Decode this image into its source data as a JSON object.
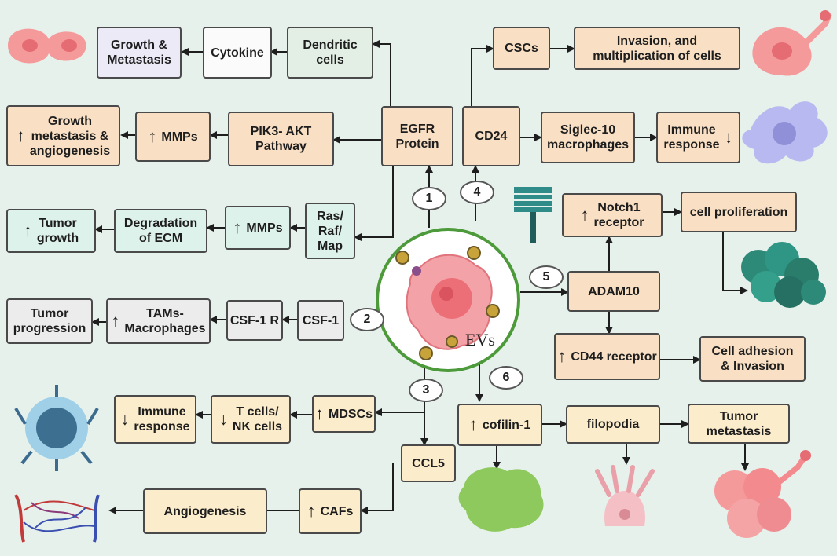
{
  "center": {
    "evs_label": "EVs"
  },
  "pathway_numbers": [
    "1",
    "2",
    "3",
    "4",
    "5",
    "6"
  ],
  "boxes": {
    "growth_metastasis": "Growth &\nMetastasis",
    "cytokine": "Cytokine",
    "dendritic": "Dendritic\ncells",
    "growth_meta_angio": "Growth\nmetastasis &\nangiogenesis",
    "mmps_top": "MMPs",
    "pik3": "PIK3- AKT\nPathway",
    "egfr": "EGFR\nProtein",
    "tumor_growth": "Tumor\ngrowth",
    "degradation": "Degradation\nof ECM",
    "mmps_mid": "MMPs",
    "ras": "Ras/\nRaf/\nMap",
    "tumor_progression": "Tumor\nprogression",
    "tams": "TAMs-\nMacrophages",
    "csf1r": "CSF-1 R",
    "csf1": "CSF-1",
    "immune_resp_left": "Immune\nresponse",
    "tcells": "T cells/\nNK cells",
    "mdscs": "MDSCs",
    "ccl5": "CCL5",
    "angiogenesis": "Angiogenesis",
    "cafs": "CAFs",
    "cscs": "CSCs",
    "invasion": "Invasion, and\nmultiplication of cells",
    "cd24": "CD24",
    "siglec": "Siglec-10\nmacrophages",
    "immune_resp_right": "Immune\nresponse",
    "notch1": "Notch1\nreceptor",
    "cell_prolif": "cell proliferation",
    "adam10": "ADAM10",
    "cd44": "CD44 receptor",
    "adhesion": "Cell adhesion\n& Invasion",
    "cofilin": "cofilin-1",
    "filopodia": "filopodia",
    "tumor_metastasis": "Tumor\nmetastasis"
  },
  "colors": {
    "outline": "#4a4a4a",
    "center_ring": "#4d9a3a",
    "cell_pink": "#f07f86",
    "ev_particle": "#c8a33a"
  },
  "icons": [
    "dividing-cell-icon",
    "migrating-cell-icon",
    "dendritic-macrophage-icon",
    "notch-receptor-icon",
    "cell-cluster-icon",
    "lymphocyte-icon",
    "blood-vessel-network-icon",
    "green-tumor-mass-icon",
    "filopodia-cell-icon",
    "metastatic-cells-icon",
    "tumor-cell-ev-icon"
  ]
}
